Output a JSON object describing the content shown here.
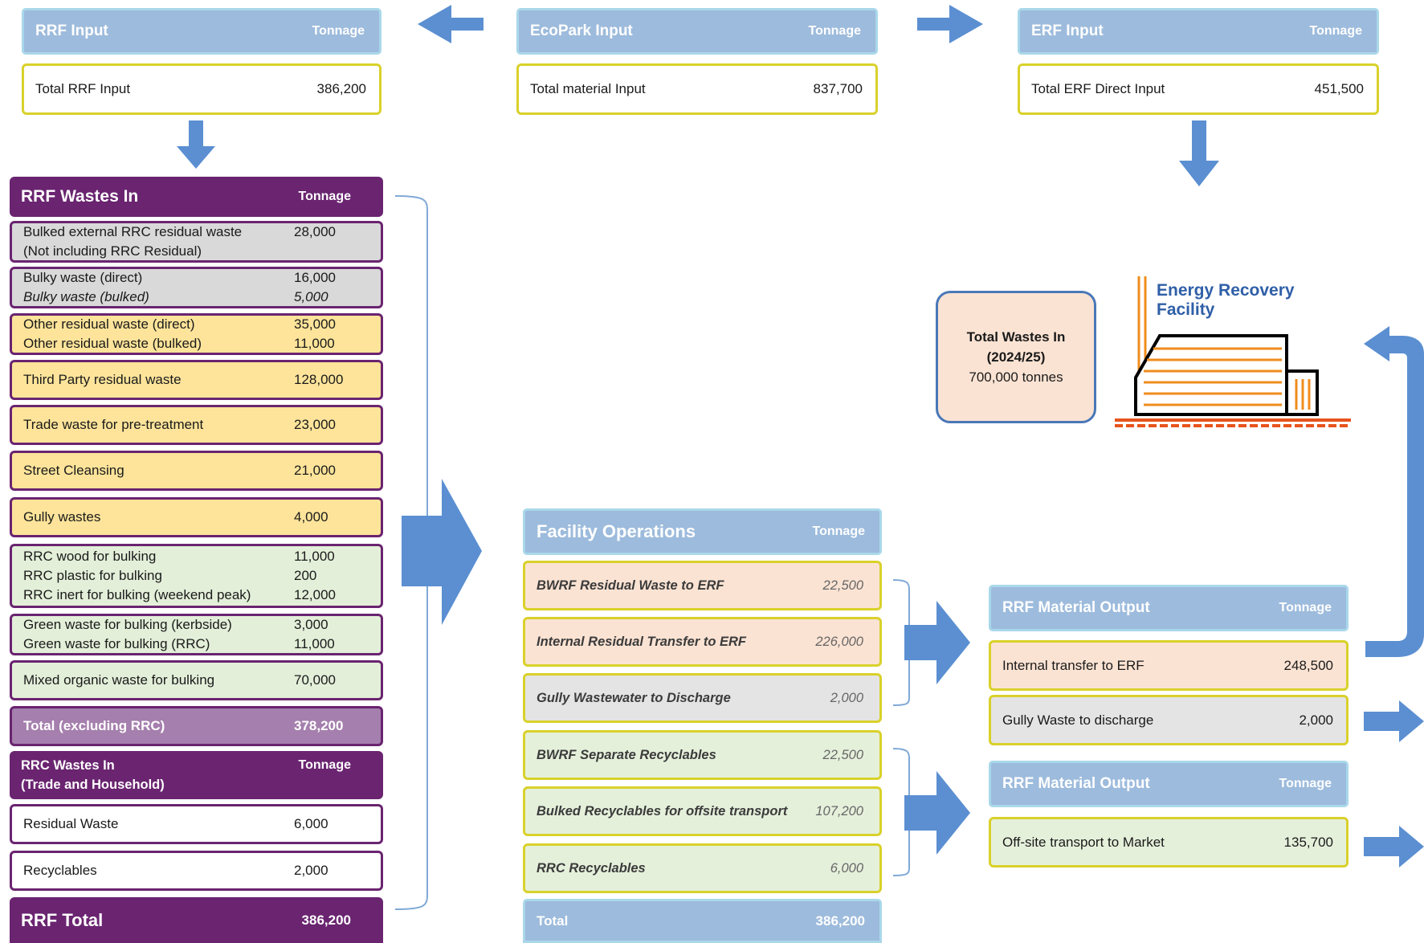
{
  "rrf_input": {
    "title": "RRF Input",
    "unit": "Tonnage",
    "total_label": "Total RRF Input",
    "total_value": "386,200"
  },
  "ecopark_input": {
    "title": "EcoPark Input",
    "unit": "Tonnage",
    "total_label": "Total material Input",
    "total_value": "837,700"
  },
  "erf_input": {
    "title": "ERF Input",
    "unit": "Tonnage",
    "total_label": "Total ERF Direct Input",
    "total_value": "451,500"
  },
  "rrf_wastes": {
    "title": "RRF Wastes In",
    "unit": "Tonnage",
    "rows": [
      {
        "lines": [
          {
            "label": "Bulked external RRC residual waste",
            "value": "28,000"
          },
          {
            "label": "(Not including RRC Residual)",
            "value": ""
          }
        ]
      },
      {
        "lines": [
          {
            "label": "Bulky waste (direct)",
            "value": "16,000"
          },
          {
            "label": "Bulky waste (bulked)",
            "value": "5,000"
          }
        ]
      },
      {
        "lines": [
          {
            "label": "Other residual waste (direct)",
            "value": "35,000"
          },
          {
            "label": "Other residual waste (bulked)",
            "value": "11,000"
          }
        ]
      },
      {
        "lines": [
          {
            "label": "Third Party residual waste",
            "value": "128,000"
          }
        ]
      },
      {
        "lines": [
          {
            "label": "Trade waste for pre-treatment",
            "value": "23,000"
          }
        ]
      },
      {
        "lines": [
          {
            "label": "Street Cleansing",
            "value": "21,000"
          }
        ]
      },
      {
        "lines": [
          {
            "label": "Gully wastes",
            "value": "4,000"
          }
        ]
      },
      {
        "lines": [
          {
            "label": "RRC wood for bulking",
            "value": "11,000"
          },
          {
            "label": "RRC plastic for bulking",
            "value": "200"
          },
          {
            "label": "RRC inert for bulking (weekend  peak)",
            "value": "12,000"
          }
        ]
      },
      {
        "lines": [
          {
            "label": "Green waste for bulking (kerbside)",
            "value": "3,000"
          },
          {
            "label": "Green waste for bulking (RRC)",
            "value": "11,000"
          }
        ]
      },
      {
        "lines": [
          {
            "label": "Mixed organic waste for bulking",
            "value": "70,000"
          }
        ]
      }
    ],
    "total_label": "Total (excluding RRC)",
    "total_value": "378,200"
  },
  "rrc_wastes": {
    "title_line1": "RRC Wastes In",
    "title_line2": "(Trade and Household)",
    "unit": "Tonnage",
    "rows": [
      {
        "label": "Residual Waste",
        "value": "6,000"
      },
      {
        "label": "Recyclables",
        "value": "2,000"
      }
    ]
  },
  "rrf_total": {
    "label": "RRF Total",
    "value": "386,200"
  },
  "facility_ops": {
    "title": "Facility Operations",
    "unit": "Tonnage",
    "rows": [
      {
        "label": "BWRF Residual Waste to ERF",
        "value": "22,500"
      },
      {
        "label": "Internal Residual Transfer to ERF",
        "value": "226,000"
      },
      {
        "label": "Gully Wastewater to Discharge",
        "value": "2,000"
      },
      {
        "label": "BWRF Separate Recyclables",
        "value": "22,500"
      },
      {
        "label": "Bulked Recyclables for offsite transport",
        "value": "107,200"
      },
      {
        "label": "RRC Recyclables",
        "value": "6,000"
      }
    ],
    "total_label": "Total",
    "total_value": "386,200"
  },
  "erf_facility": {
    "name": "Energy Recovery Facility",
    "wastes_line1": "Total Wastes In",
    "wastes_line2": "(2024/25)",
    "wastes_line3": "700,000 tonnes"
  },
  "rrf_output_1": {
    "title": "RRF Material Output",
    "unit": "Tonnage",
    "rows": [
      {
        "label": "Internal transfer to ERF",
        "value": "248,500"
      },
      {
        "label": "Gully Waste to discharge",
        "value": "2,000"
      }
    ]
  },
  "rrf_output_2": {
    "title": "RRF Material Output",
    "unit": "Tonnage",
    "rows": [
      {
        "label": "Off-site transport to Market",
        "value": "135,700"
      }
    ]
  },
  "colors": {
    "arrow_blue": "#5b8fd1",
    "purple": "#6a2470",
    "header_blue": "#9dbbdc",
    "yellow_border": "#d9d12a"
  }
}
